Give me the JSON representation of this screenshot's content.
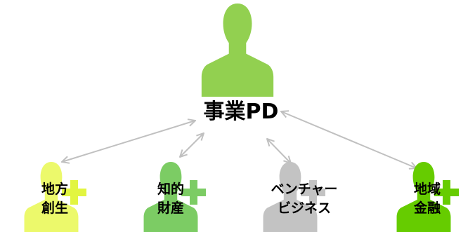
{
  "center": {
    "label": "事業PD",
    "color": "#92d050",
    "icon": "person-icon"
  },
  "nodes": [
    {
      "id": "regional",
      "lines": [
        "地方",
        "創生"
      ],
      "color": "#ecf96b",
      "plus_color": "#e2f540",
      "icon": "person-plus-icon"
    },
    {
      "id": "ip",
      "lines": [
        "知的",
        "財産"
      ],
      "color": "#7ccc64",
      "plus_color": "#7ccc64",
      "icon": "person-plus-icon"
    },
    {
      "id": "venture",
      "lines": [
        "ベンチャー",
        "ビジネス"
      ],
      "color": "#c3c3c3",
      "plus_color": "#c3c3c3",
      "icon": "person-plus-icon"
    },
    {
      "id": "finance",
      "lines": [
        "地域",
        "金融"
      ],
      "color": "#66cc00",
      "plus_color": "#66cc00",
      "icon": "person-plus-icon"
    }
  ],
  "connector": {
    "color": "#c0c0c0",
    "style": "double-arrow"
  }
}
